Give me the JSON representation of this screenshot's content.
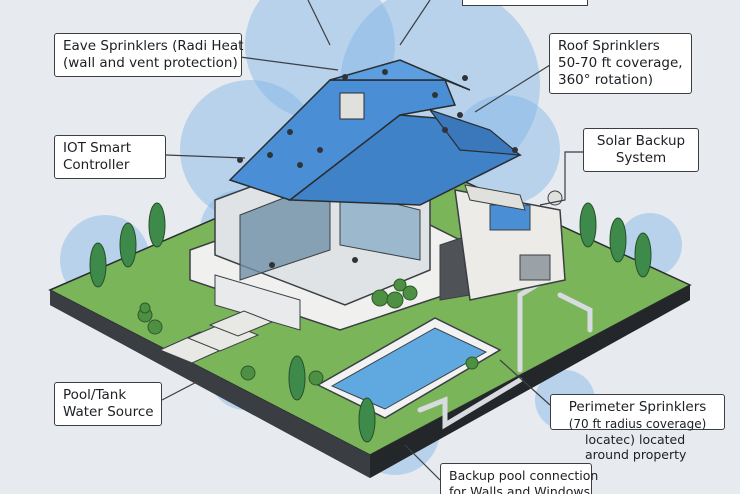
{
  "labels": {
    "eave": {
      "line1": "Eave Sprinklers (Radi Heat",
      "line2": "(wall and vent protection)"
    },
    "roof": {
      "line1": "Roof Sprinklers",
      "line2": "50-70 ft coverage,",
      "line3": "360° rotation)"
    },
    "iot": {
      "line1": "IOT Smart",
      "line2": "Controller"
    },
    "solar": {
      "line1": "Solar Backup",
      "line2": "System"
    },
    "pool": {
      "line1": "Pool/Tank",
      "line2": "Water Source"
    },
    "perimeter": {
      "line1": "Perimeter Sprinklers",
      "line2": "(70 ft radius coverage)",
      "line3": "locatec) located",
      "line4": "around property"
    },
    "backup": {
      "line1": "Backup pool connection",
      "line2": "for Walls and Windows"
    }
  },
  "colors": {
    "background": "#e7eaee",
    "roof": "#4a8fd6",
    "grass": "#7ab55a",
    "coverage": "#7fb6e6",
    "pool": "#5fa8e0",
    "tree": "#3e8a4a",
    "leader_line": "#3b3f44"
  }
}
